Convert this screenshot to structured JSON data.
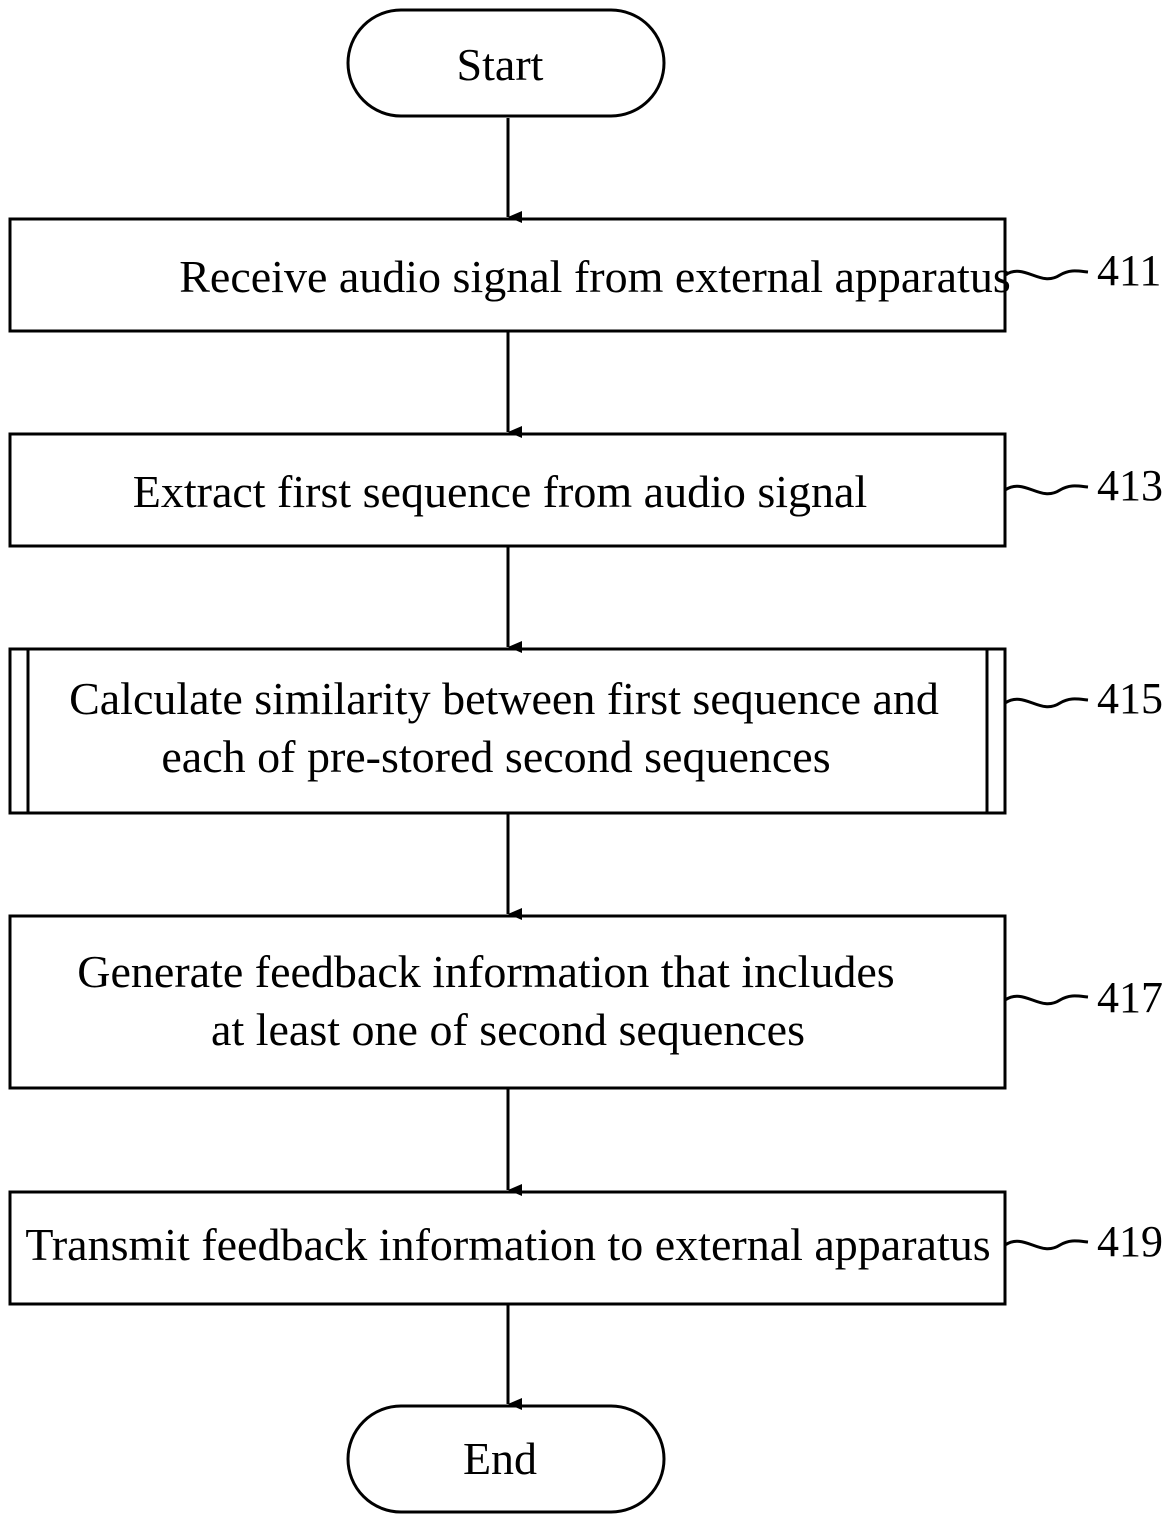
{
  "start": {
    "label": "Start"
  },
  "end": {
    "label": "End"
  },
  "steps": [
    {
      "ref": "411",
      "lines": [
        "Receive audio signal from external apparatus"
      ]
    },
    {
      "ref": "413",
      "lines": [
        "Extract first sequence from audio signal"
      ]
    },
    {
      "ref": "415",
      "lines": [
        "Calculate similarity between first sequence and",
        "each of pre-stored second sequences"
      ],
      "predefined_process": true
    },
    {
      "ref": "417",
      "lines": [
        "Generate feedback information that includes",
        "at least one of second sequences"
      ]
    },
    {
      "ref": "419",
      "lines": [
        "Transmit feedback information to external apparatus"
      ]
    }
  ]
}
